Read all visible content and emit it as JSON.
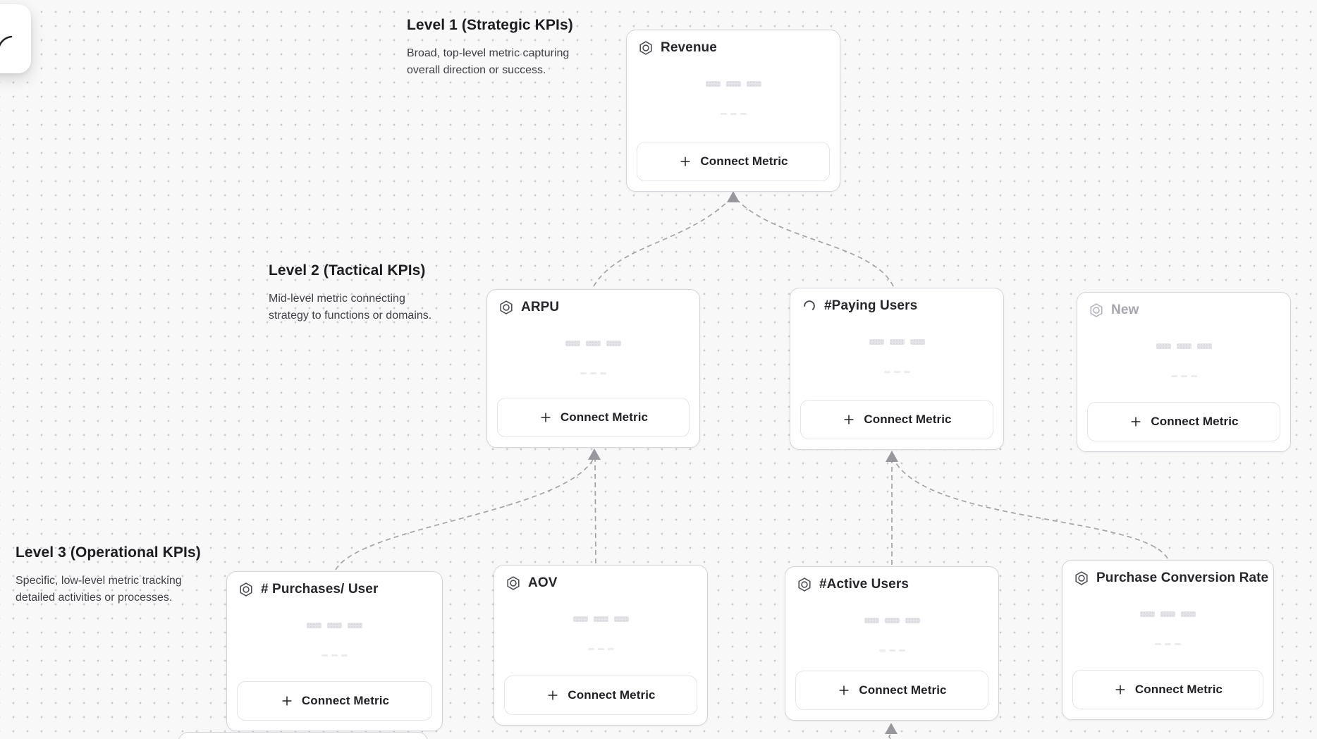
{
  "labels": {
    "connect_metric": "Connect Metric"
  },
  "levels": [
    {
      "title": "Level 1 (Strategic KPIs)",
      "description": "Broad, top-level metric capturing overall direction or success."
    },
    {
      "title": "Level 2 (Tactical KPIs)",
      "description": "Mid-level metric connecting strategy to functions or domains."
    },
    {
      "title": "Level 3 (Operational KPIs)",
      "description": "Specific, low-level metric tracking detailed activities or processes."
    }
  ],
  "cards": [
    {
      "id": "revenue",
      "title": "Revenue",
      "level": 1,
      "icon": "hexagon-nut-icon",
      "state": "default"
    },
    {
      "id": "arpu",
      "title": "ARPU",
      "level": 2,
      "icon": "hexagon-nut-icon",
      "state": "default"
    },
    {
      "id": "paying-users",
      "title": "#Paying Users",
      "level": 2,
      "icon": "spinner-icon",
      "state": "loading"
    },
    {
      "id": "new",
      "title": "New",
      "level": 2,
      "icon": "hexagon-nut-icon",
      "state": "draft"
    },
    {
      "id": "purchases-per-user",
      "title": "# Purchases/ User",
      "level": 3,
      "icon": "hexagon-nut-icon",
      "state": "default"
    },
    {
      "id": "aov",
      "title": "AOV",
      "level": 3,
      "icon": "hexagon-nut-icon",
      "state": "default"
    },
    {
      "id": "active-users",
      "title": "#Active Users",
      "level": 3,
      "icon": "hexagon-nut-icon",
      "state": "default"
    },
    {
      "id": "purchase-conversion-rate",
      "title": "Purchase Conversion Rate",
      "level": 3,
      "icon": "hexagon-nut-icon",
      "state": "default"
    }
  ],
  "connectors": [
    {
      "from": "arpu",
      "to": "revenue"
    },
    {
      "from": "paying-users",
      "to": "revenue"
    },
    {
      "from": "purchases-per-user",
      "to": "arpu"
    },
    {
      "from": "aov",
      "to": "arpu"
    },
    {
      "from": "active-users",
      "to": "paying-users"
    },
    {
      "from": "purchase-conversion-rate",
      "to": "paying-users"
    },
    {
      "from": "offscreen-bottom",
      "to": "active-users"
    }
  ],
  "colors": {
    "canvas_bg": "#f8f8f8",
    "grid_dot": "#c9c9cd",
    "card_border": "#d4d4da",
    "card_title": "#26262b",
    "muted_title": "#a6a6ad",
    "connector": "#a3a3a8",
    "arrowhead": "#97979d",
    "skeleton": "#e4e4e8"
  }
}
